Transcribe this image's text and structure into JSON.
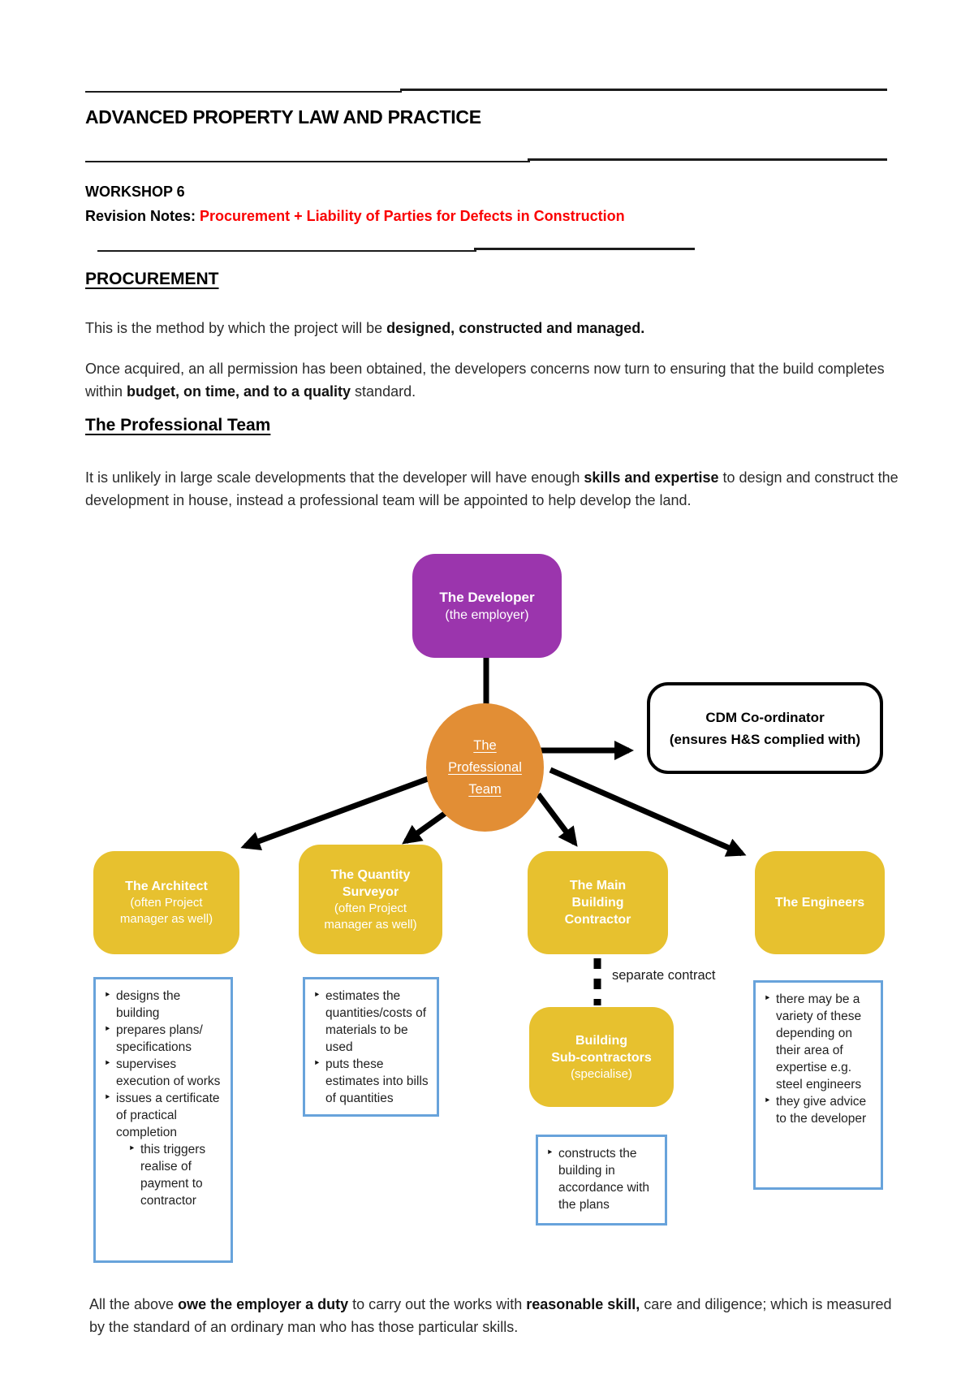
{
  "header": {
    "title": "ADVANCED PROPERTY LAW AND PRACTICE",
    "workshop": "WORKSHOP 6",
    "revision_label": "Revision Notes: ",
    "revision_topic": "Procurement + Liability of Parties for Defects in Construction"
  },
  "procurement": {
    "heading": "PROCUREMENT",
    "intro_pre": "This is the method by which the project will be ",
    "intro_bold": "designed, constructed and managed.",
    "acquired_pre": "Once acquired, an all permission has been obtained, the developers concerns now turn to ensuring that the build completes within ",
    "acquired_bold": "budget, on time, and to a quality",
    "acquired_post": " standard.",
    "team_heading": "The Professional Team",
    "team_pre": "It is unlikely in large scale developments that the developer will have enough ",
    "team_bold": "skills and expertise",
    "team_post": " to design and construct the development in house, instead a professional team will be appointed to help develop the land."
  },
  "diagram": {
    "developer": {
      "title": "The Developer",
      "subtitle": "(the employer)"
    },
    "professional_team": {
      "line1": "The",
      "line2": "Professional",
      "line3": "Team"
    },
    "cdm": {
      "title": "CDM Co-ordinator",
      "subtitle": "(ensures H&S complied with)"
    },
    "architect": {
      "title": "The Architect",
      "subtitle": "(often Project manager as well)"
    },
    "quantity_surveyor": {
      "title_line1": "The Quantity",
      "title_line2": "Surveyor",
      "subtitle": "(often Project manager as well)"
    },
    "main_contractor": {
      "title_line1": "The Main",
      "title_line2": "Building",
      "title_line3": "Contractor"
    },
    "engineers": {
      "title": "The Engineers"
    },
    "subcontractors": {
      "title_line1": "Building",
      "title_line2": "Sub-contractors",
      "subtitle": "(specialise)"
    },
    "separate_contract_label": "separate contract",
    "architect_duties": [
      "designs the building",
      "prepares plans/ specifications",
      "supervises execution of works",
      "issues a certificate of practical completion"
    ],
    "architect_sub_duty": "this triggers realise of payment to contractor",
    "quantity_surveyor_duties": [
      "estimates the quantities/costs of materials to be used",
      "puts these estimates into bills of quantities"
    ],
    "contractor_duties": [
      "constructs the building in accordance with the plans"
    ],
    "engineer_duties": [
      "there may be a variety of these depending on their area of expertise e.g. steel engineers",
      "they give advice to the developer"
    ]
  },
  "footer": {
    "closing_pre": "All the above ",
    "closing_bold1": "owe the employer a duty",
    "closing_mid": " to carry out the works with ",
    "closing_bold2": "reasonable skill,",
    "closing_post": " care and diligence; which is measured by the standard of an ordinary man who has those particular skills."
  },
  "colors": {
    "developer_purple": "#9b35ad",
    "team_orange": "#e28e35",
    "role_yellow": "#e7c12f",
    "list_border_blue": "#68a3db",
    "revision_red": "#fa0000",
    "line_black": "#000000"
  }
}
